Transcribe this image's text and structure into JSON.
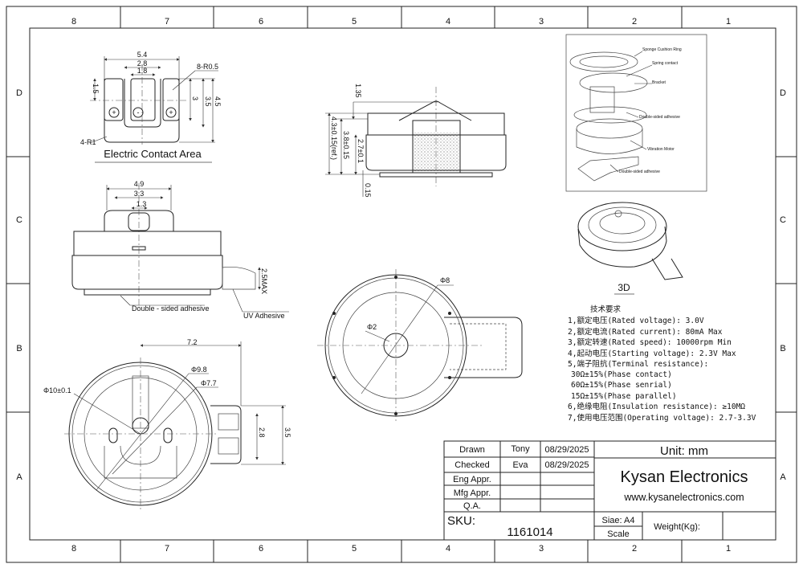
{
  "grid": {
    "columns": [
      "8",
      "7",
      "6",
      "5",
      "4",
      "3",
      "2",
      "1"
    ],
    "rows": [
      "D",
      "C",
      "B",
      "A"
    ]
  },
  "contact_area": {
    "title": "Electric  Contact  Area",
    "dims": {
      "w_outer": "5.4",
      "w_mid": "2.8",
      "w_inner": "1.8",
      "radius_pads": "8-R0.5",
      "h_pad": "1.5",
      "h_3": "3",
      "h_35": "3.5",
      "h_45": "4.5",
      "radius_outer": "4-R1"
    },
    "polarity": [
      "+",
      "-",
      "+"
    ]
  },
  "side_view": {
    "dims": {
      "top": "1.35",
      "total": "4.3±0.15(ref.)",
      "body": "3.8±0.15",
      "motor": "2.7±0.1",
      "adhesive": "0.15"
    }
  },
  "front_view": {
    "dims": {
      "w1": "4.9",
      "w2": "3.3",
      "w3": "1.3",
      "sponge": "2.5MAX"
    },
    "labels": {
      "double_sided": "Double - sided  adhesive",
      "uv": "UV Adhesive"
    }
  },
  "top_view": {
    "dims": {
      "outer": "Φ8",
      "inner": "Φ2"
    }
  },
  "bottom_view": {
    "dims": {
      "length": "7.2",
      "d98": "Φ9.8",
      "d77": "Φ7.7",
      "d10": "Φ10±0.1",
      "tab_inner": "2.8",
      "tab_outer": "3.5"
    }
  },
  "exploded_view": {
    "labels": [
      "Sponge Cushion Ring",
      "Spring contact",
      "Bracket",
      "Double-sided adhesive",
      "Vibration Motor",
      "Double-sided adhesive"
    ]
  },
  "iso_view": {
    "label": "3D"
  },
  "specs": {
    "title": "技术要求",
    "lines": [
      "1,额定电压(Rated voltage): 3.0V",
      "2,额定电流(Rated current): 80mA Max",
      "3,额定转速(Rated speed): 10000rpm Min",
      "4,起动电压(Starting voltage): 2.3V Max",
      "5,端子阻抗(Terminal resistance):",
      " 30Ω±15%(Phase contact)",
      " 60Ω±15%(Phase senrial)",
      " 15Ω±15%(Phase parallel)",
      "6,绝缘电阻(Insulation resistance): ≥10MΩ",
      "7,使用电压范围(Operating voltage): 2.7-3.3V"
    ]
  },
  "title_block": {
    "rows": [
      {
        "role": "Drawn",
        "name": "Tony",
        "date": "08/29/2025"
      },
      {
        "role": "Checked",
        "name": "Eva",
        "date": "08/29/2025"
      },
      {
        "role": "Eng Appr.",
        "name": "",
        "date": ""
      },
      {
        "role": "Mfg Appr.",
        "name": "",
        "date": ""
      },
      {
        "role": "Q.A.",
        "name": "",
        "date": ""
      }
    ],
    "unit": "Unit: mm",
    "company": "Kysan Electronics",
    "website": "www.kysanelectronics.com",
    "sku_label": "SKU:",
    "sku": "1161014",
    "size": "Siae: A4",
    "scale": "Scale",
    "weight": "Weight(Kg):"
  }
}
